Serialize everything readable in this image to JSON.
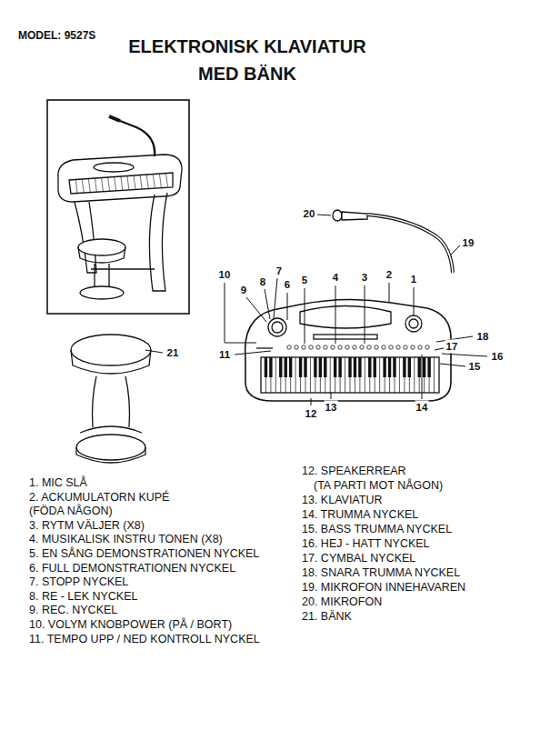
{
  "diagram": {
    "title": "ELEKTRONISK KLAVIATUR MED BÄNK",
    "labels": [
      "MODEL: 9527S",
      "1",
      "2",
      "3",
      "4",
      "5",
      "6",
      "7",
      "8",
      "9",
      "10",
      "11",
      "12",
      "13",
      "14",
      "15",
      "16",
      "17",
      "18",
      "19",
      "20",
      "21",
      "1. MIC SLÅ",
      "2. ACKUMULATORN KUPÉ",
      "(FÖDA NÅGON)",
      "3. RYTM VÄLJER (X8)",
      "4. MUSIKALISK INSTRU TONEN (X8)",
      "5. EN SÅNG DEMONSTRATIONEN NYCKEL",
      "6. FULL DEMONSTRATIONEN NYCKEL",
      "7. STOPP NYCKEL",
      "8. RE - LEK NYCKEL",
      "9. REC. NYCKEL",
      "10. VOLYM KNOBPOWER (PÅ / BORT)",
      "11. TEMPO UPP / NED KONTROLL NYCKEL",
      "12. SPEAKERREAR",
      "(TA PARTI MOT NÅGON)",
      "13. KLAVIATUR",
      "14. TRUMMA NYCKEL",
      "15. BASS TRUMMA NYCKEL",
      "16. HEJ - HATT NYCKEL",
      "17. CYMBAL NYCKEL",
      "18. SNARA TRUMMA NYCKEL",
      "19. MIKROFON INNEHAVAREN",
      "20. MIKROFON",
      "21. BÄNK"
    ]
  }
}
